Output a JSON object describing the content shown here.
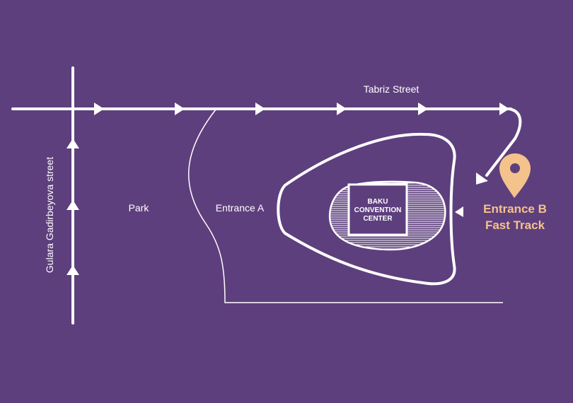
{
  "colors": {
    "background": "#5e3f7d",
    "line": "#ffffff",
    "accent": "#f4c28b"
  },
  "streets": {
    "horizontal": "Tabriz Street",
    "vertical": "Gulara Gadirbeyova street"
  },
  "areas": {
    "park": "Park",
    "entrance_a": "Entrance A"
  },
  "building": {
    "line1": "BAKU",
    "line2": "CONVENTION",
    "line3": "CENTER"
  },
  "entrance_b": {
    "line1": "Entrance B",
    "line2": "Fast Track",
    "icon": "map-pin-icon"
  }
}
